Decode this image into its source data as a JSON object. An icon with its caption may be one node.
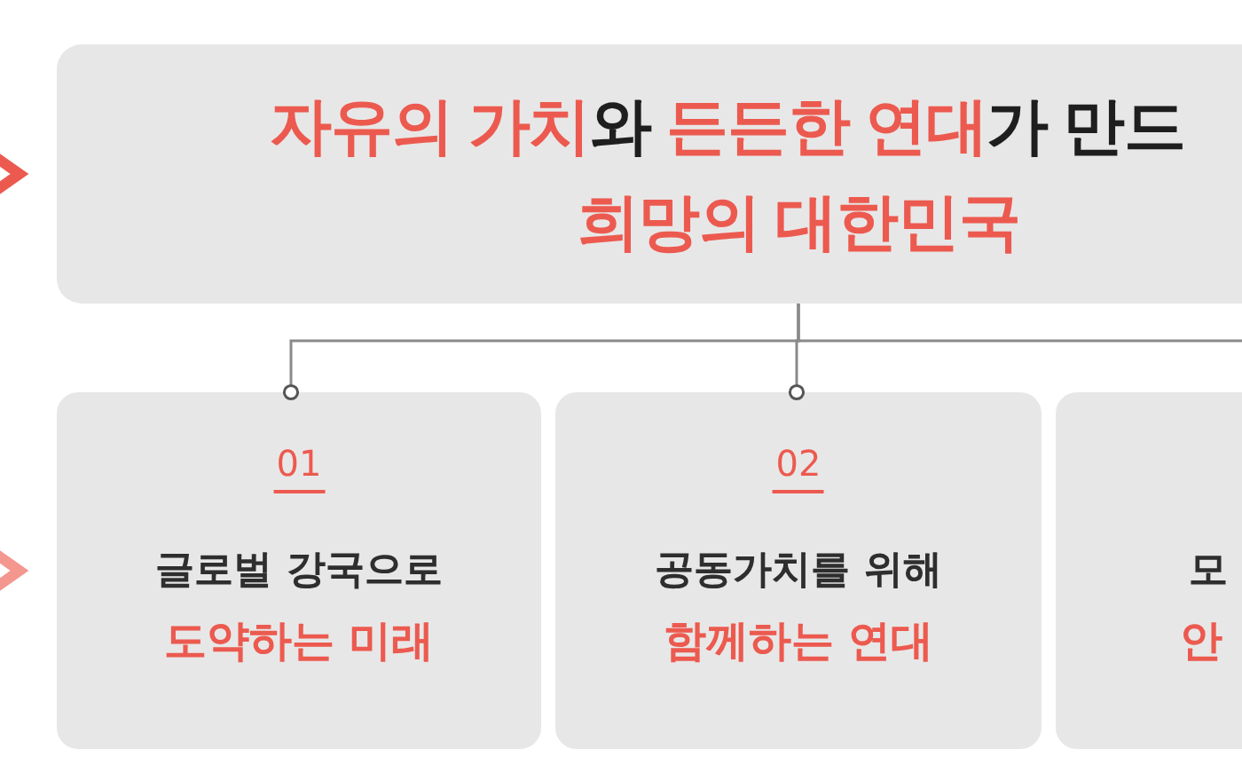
{
  "diagram": {
    "nodes": [
      {
        "text": [
          "**자유의 가치**와 **든든한 연대**가 만드 **희망의 대한민국**"
        ]
      },
      {
        "text": [
          "01",
          "글로벌 강국으로",
          "도약하는 미래"
        ]
      },
      {
        "text": [
          "02",
          "공동가치를 위해",
          "함께하는 연대"
        ]
      },
      {
        "text": [
          "모",
          "안"
        ]
      }
    ],
    "edges": [
      {
        "from": 0,
        "to": 1,
        "arrow": "other"
      },
      {
        "from": 0,
        "to": 2,
        "arrow": "other"
      },
      {
        "from": 0,
        "to": 3,
        "arrow": "other"
      },
      {
        "from": null,
        "to": 0,
        "arrow": "to",
        "style": "thick",
        "color": "#ec5a4f"
      },
      {
        "from": null,
        "to": 1,
        "arrow": "to",
        "style": "thick",
        "color": "#f3978f"
      }
    ]
  }
}
